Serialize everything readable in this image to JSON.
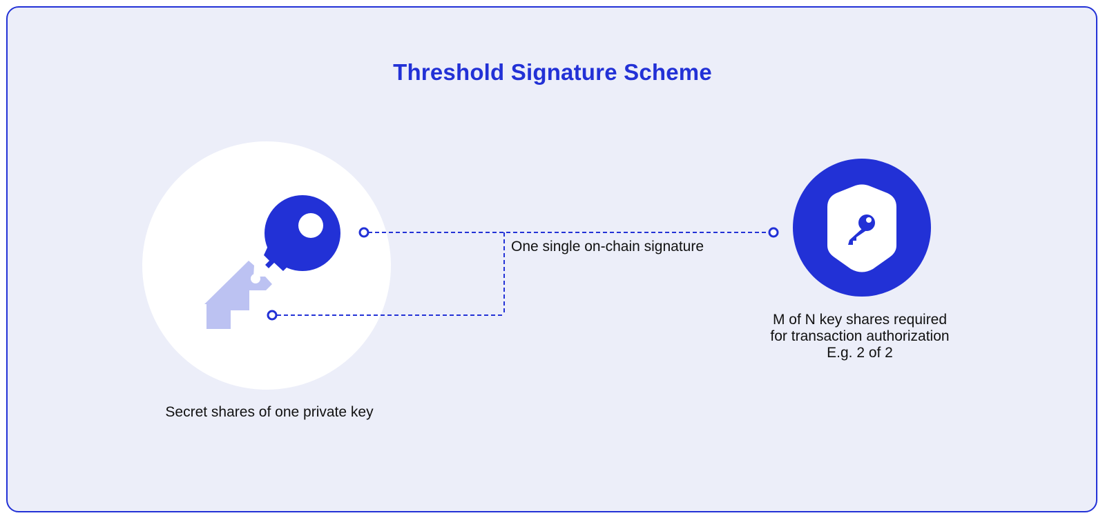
{
  "title": "Threshold Signature Scheme",
  "labels": {
    "secret_shares": "Secret shares of one private key",
    "signature": "One single on-chain signature",
    "requirement_lines": [
      "M of N key shares required",
      "for transaction authorization",
      "E.g. 2 of 2"
    ]
  },
  "icons": {
    "left": "split-key-icon",
    "right": "shield-key-icon"
  },
  "colors": {
    "accent": "#2231d6",
    "accent_light": "#bcc2f2",
    "background": "#eceef9",
    "circle": "#ffffff",
    "text": "#111111"
  }
}
